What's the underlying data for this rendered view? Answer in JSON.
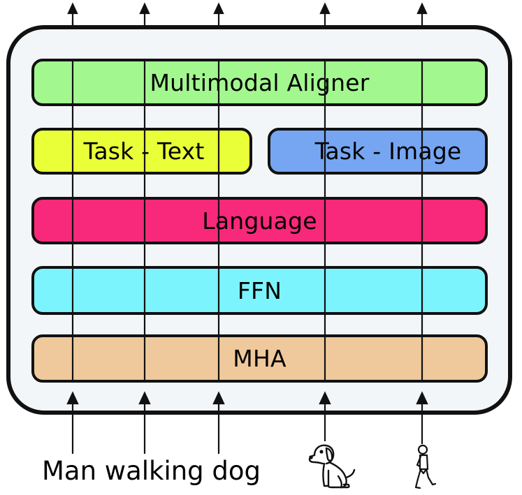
{
  "diagram": {
    "layers": {
      "aligner": {
        "label": "Multimodal Aligner",
        "color": "#a3f78f"
      },
      "task_text": {
        "label": "Task - Text",
        "color": "#e9ff37"
      },
      "task_image": {
        "label": "Task - Image",
        "color": "#76a6f2"
      },
      "language": {
        "label": "Language",
        "color": "#f8287a"
      },
      "ffn": {
        "label": "FFN",
        "color": "#7cf4fd"
      },
      "mha": {
        "label": "MHA",
        "color": "#efc99b"
      }
    },
    "frame_color": "#f3f6f9",
    "input_text": "Man walking dog",
    "input_icons": [
      "dog-icon",
      "walking-person-icon"
    ]
  }
}
